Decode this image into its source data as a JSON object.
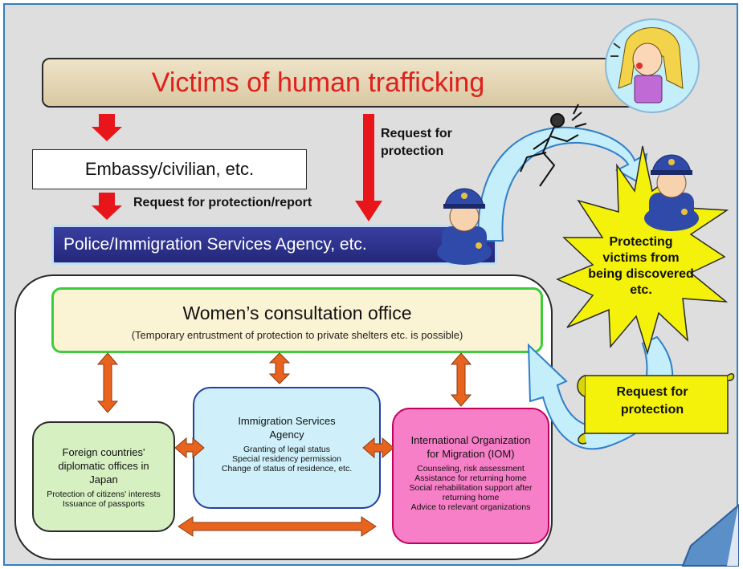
{
  "top": {
    "victims_title": "Victims of human trafficking",
    "embassy_label": "Embassy/civilian, etc.",
    "request_protection_line1": "Request for",
    "request_protection_line2": "protection",
    "request_report": "Request for protection/report",
    "police_label": "Police/Immigration Services Agency, etc."
  },
  "womens_office": {
    "title": "Women’s consultation office",
    "subtitle": "(Temporary entrustment of protection to private shelters etc. is possible)"
  },
  "foreign_offices": {
    "title_lines": [
      "Foreign countries'",
      "diplomatic offices in",
      "Japan"
    ],
    "items": [
      "Protection of citizens' interests",
      "Issuance of passports"
    ]
  },
  "immigration_agency": {
    "title_lines": [
      "Immigration Services",
      "Agency"
    ],
    "items": [
      "Granting of legal status",
      "Special residency permission",
      "Change of status of residence, etc."
    ]
  },
  "iom": {
    "title_lines": [
      "International Organization",
      "for Migration (IOM)"
    ],
    "items": [
      "Counseling, risk assessment",
      "Assistance for returning home",
      "Social rehabilitation support after",
      "returning home",
      "Advice to relevant organizations"
    ]
  },
  "starburst": {
    "lines": [
      "Protecting",
      "victims from",
      "being discovered",
      "etc."
    ]
  },
  "scroll": {
    "lines": [
      "Request for",
      "protection"
    ]
  },
  "icons": [
    "police-officer-icon",
    "victim-woman-icon",
    "fleeing-person-icon",
    "page-curl-icon"
  ],
  "colors": {
    "frame_border": "#2f7fc9",
    "victims_text": "#e0201c",
    "red_arrow": "#e8161a",
    "police_bar": "#23277a",
    "womens_border": "#3ccc3c",
    "orange_arrow": "#e8641e",
    "starburst_fill": "#f4f20a",
    "scroll_fill": "#f4f20a",
    "curved_arrow": "#c4eefa"
  }
}
